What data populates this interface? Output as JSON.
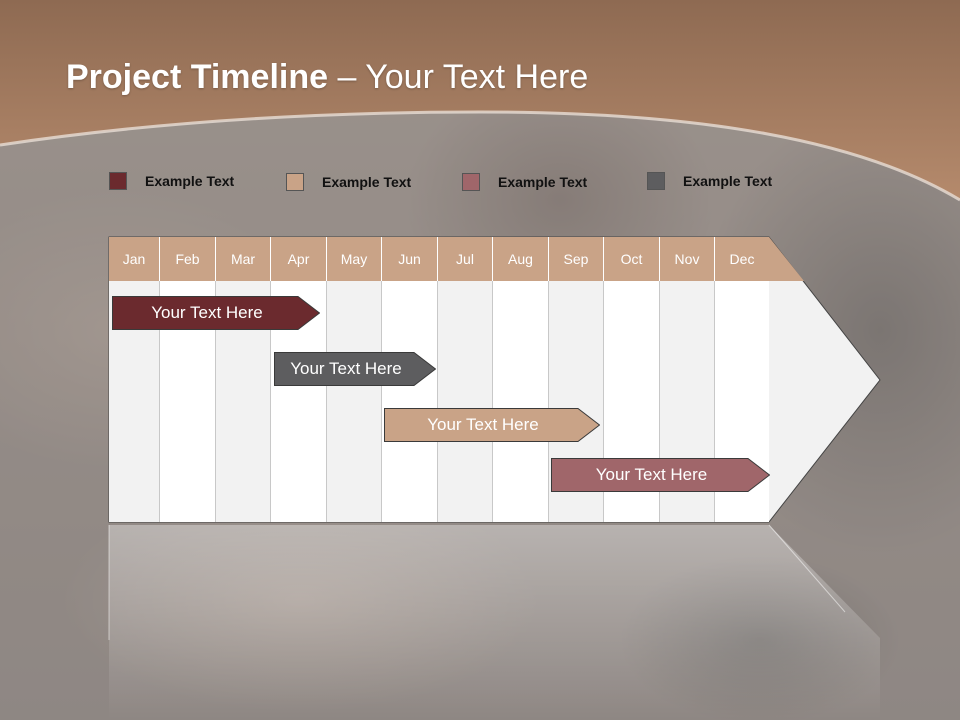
{
  "slide": {
    "title_strong": "Project Timeline",
    "title_rest": " – Your Text Here"
  },
  "legend": [
    {
      "label": "Example Text",
      "color": "#6b2a2e"
    },
    {
      "label": "Example Text",
      "color": "#c9a387"
    },
    {
      "label": "Example Text",
      "color": "#a0666a"
    },
    {
      "label": "Example Text",
      "color": "#5d5d5f"
    }
  ],
  "months": [
    "Jan",
    "Feb",
    "Mar",
    "Apr",
    "May",
    "Jun",
    "Jul",
    "Aug",
    "Sep",
    "Oct",
    "Nov",
    "Dec"
  ],
  "tasks": [
    {
      "label": "Your  Text Here",
      "color": "#6b2a2e"
    },
    {
      "label": "Your  Text Here",
      "color": "#5d5d5f"
    },
    {
      "label": "Your  Text Here",
      "color": "#c9a387"
    },
    {
      "label": "Your  Text Here",
      "color": "#a0666a"
    }
  ],
  "colors": {
    "header_band": "#b08468",
    "month_header": "#c9a387",
    "grid_light": "#f2f2f2",
    "grid_white": "#ffffff"
  }
}
